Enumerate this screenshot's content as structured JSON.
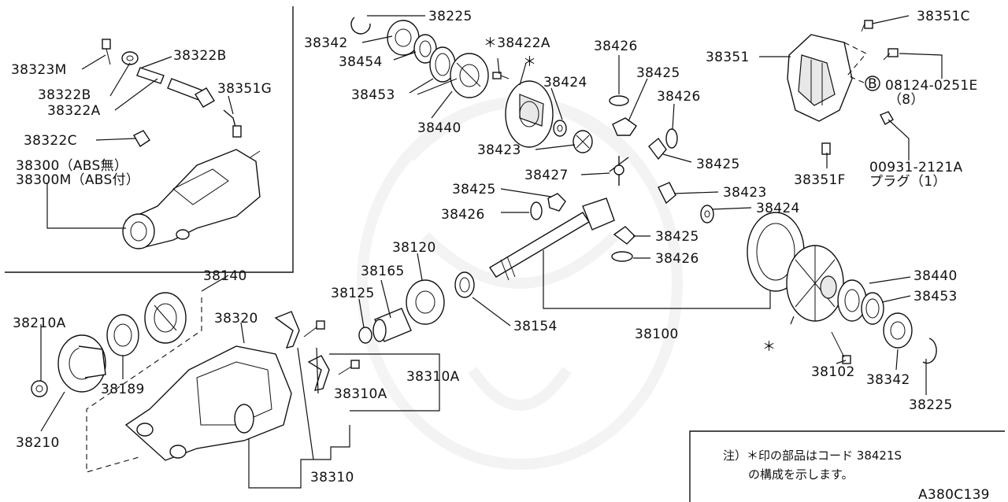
{
  "diagram_code": "A380C139",
  "note": {
    "line1": "注）＊印の部品はコード 38421S",
    "line2": "の構成を示します。"
  },
  "labels": {
    "p38323M": "38323M",
    "p38322B_top": "38322B",
    "p38322B_left": "38322B",
    "p38322A": "38322A",
    "p38351G": "38351G",
    "p38322C": "38322C",
    "p38300": "38300（ABS無）",
    "p38300M": "38300M（ABS付）",
    "p38225_top": "38225",
    "p38342_top": "38342",
    "p38454": "38454",
    "p38453_top": "38453",
    "p38440_top": "38440",
    "p38422A": "＊38422A",
    "star_top": "＊",
    "p38424_top": "38424",
    "p38423_top": "38423",
    "p38427": "38427",
    "p38426_a": "38426",
    "p38425_a": "38425",
    "p38426_b": "38426",
    "p38425_b": "38425",
    "p38425_c": "38425",
    "p38426_c": "38426",
    "p38423_b": "38423",
    "p38424_b": "38424",
    "p38425_d": "38425",
    "p38426_d": "38426",
    "p38351C": "38351C",
    "p38351": "38351",
    "p08124": "08124-0251E",
    "p08124_qty": "（8）",
    "p38351F": "38351F",
    "p00931": "00931-2121A",
    "plug": "プラグ（1）",
    "p38140": "38140",
    "p38210A": "38210A",
    "p38189": "38189",
    "p38210": "38210",
    "p38320": "38320",
    "p38310A_a": "38310A",
    "p38310A_b": "38310A",
    "p38310": "38310",
    "p38125": "38125",
    "p38165": "38165",
    "p38120": "38120",
    "p38154": "38154",
    "p38100": "38100",
    "p38440_b": "38440",
    "p38453_b": "38453",
    "star_bottom": "＊",
    "p38102": "38102",
    "p38342_b": "38342",
    "p38225_b": "38225",
    "bolt_marker": "B"
  }
}
